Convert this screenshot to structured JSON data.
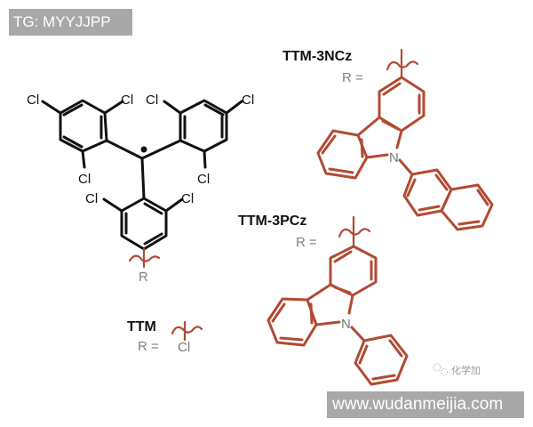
{
  "watermarks": {
    "top_badge": "TG: MYYJJPP",
    "bottom_badge": "www.wudanmeijia.com",
    "brand_text": "化学加"
  },
  "molecules": {
    "ttm_core": {
      "atom_labels": [
        "Cl",
        "Cl",
        "Cl",
        "Cl",
        "Cl",
        "Cl",
        "Cl",
        "Cl"
      ],
      "substituent_label": "R"
    },
    "ttm_3ncz": {
      "name": "TTM-3NCz",
      "r_equals": "R =",
      "heteroatom": "N"
    },
    "ttm_3pcz": {
      "name": "TTM-3PCz",
      "r_equals": "R =",
      "heteroatom": "N"
    },
    "ttm": {
      "name": "TTM",
      "r_equals": "R =",
      "substituent": "Cl"
    }
  },
  "colors": {
    "core_structure": "#111111",
    "substituent_structure": "#b24a33",
    "badge_bg": "#a8a8a8"
  }
}
